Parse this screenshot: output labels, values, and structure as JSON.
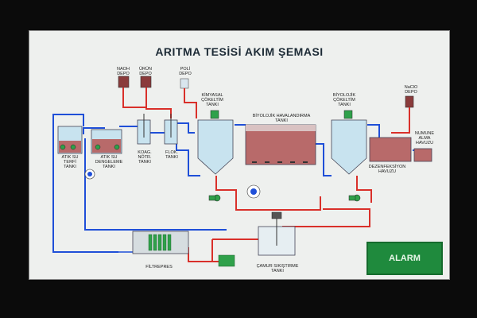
{
  "title": "ARITMA TESİSİ AKIM ŞEMASI",
  "labels": {
    "naoh": "NAOH\nDEPO",
    "urun": "ÜRÜN\nDEPO",
    "poli": "POLİ\nDEPO",
    "kimyasal": "KİMYASAL\nÇÖKELTİM\nTANKI",
    "bio_hav": "BİYOLOJİK HAVALANDIRMA\nTANKI",
    "bio_cok": "BİYOLOJİK\nÇÖKELTİM\nTANKI",
    "naclo": "NaClO\nDEPO",
    "numune": "NUMUNE\nALMA\nHAVUZU",
    "atik_terfi": "ATIK SU\nTERFİ\nTANKI",
    "atik_denge": "ATIK SU\nDENGELEME\nTANKI",
    "koag": "KOAG.\nNÖTR.\nTANKI",
    "flok": "FLOK.\nTANKI",
    "dezenfeksiyon": "DEZENFEKSİYON\nHAVUZU",
    "filtrepres": "FİLTREPRES",
    "camur": "ÇAMUR SIKIŞTIRME\nTANKI"
  },
  "alarm_label": "ALARM",
  "colors": {
    "water_line": "#1f4fd8",
    "sludge_line": "#d9302a",
    "tank_fill": "#c8e3ef",
    "sludge_fill": "#b86a6a",
    "pump": "#2fa14a",
    "alarm_bg": "#1f8a3d"
  }
}
